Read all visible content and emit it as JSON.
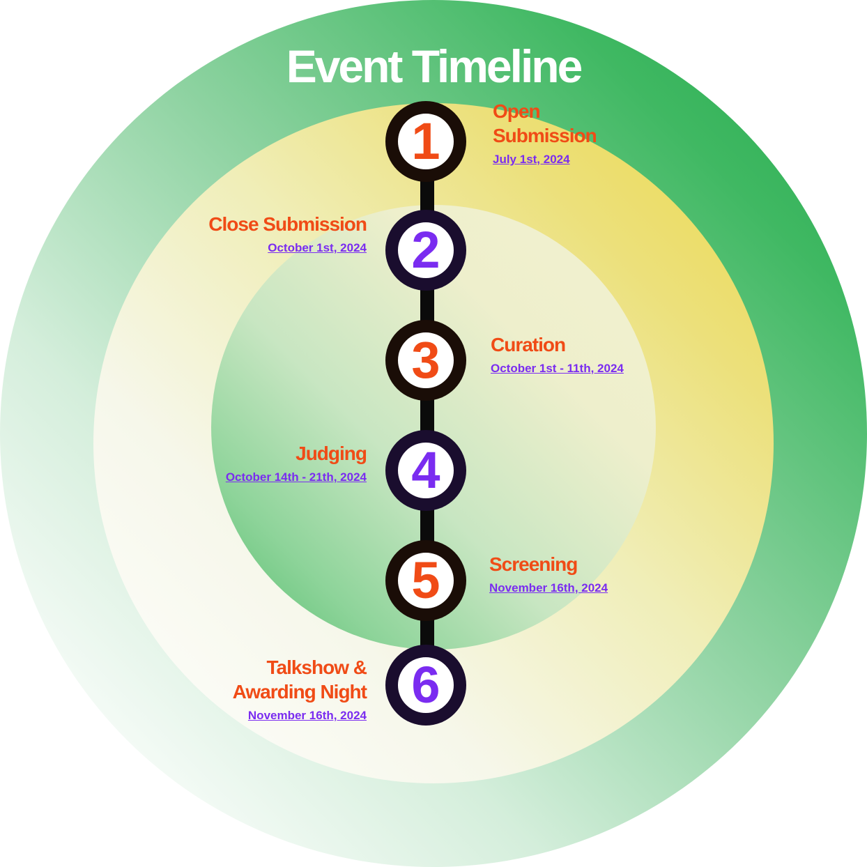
{
  "title": "Event Timeline",
  "colors": {
    "accent_orange": "#f04b16",
    "accent_purple": "#7a2cf0",
    "ring_green": "#22a84a",
    "ring_yellow": "#ecd84a"
  },
  "steps": [
    {
      "number": "1",
      "name": "Open Submission",
      "date": "July 1st, 2024"
    },
    {
      "number": "2",
      "name": "Close Submission",
      "date": "October 1st, 2024"
    },
    {
      "number": "3",
      "name": "Curation",
      "date": "October 1st - 11th, 2024"
    },
    {
      "number": "4",
      "name": "Judging",
      "date": "October 14th - 21th, 2024"
    },
    {
      "number": "5",
      "name": "Screening",
      "date": "November 16th, 2024"
    },
    {
      "number": "6",
      "name": "Talkshow & Awarding Night",
      "date": "November 16th, 2024"
    }
  ]
}
